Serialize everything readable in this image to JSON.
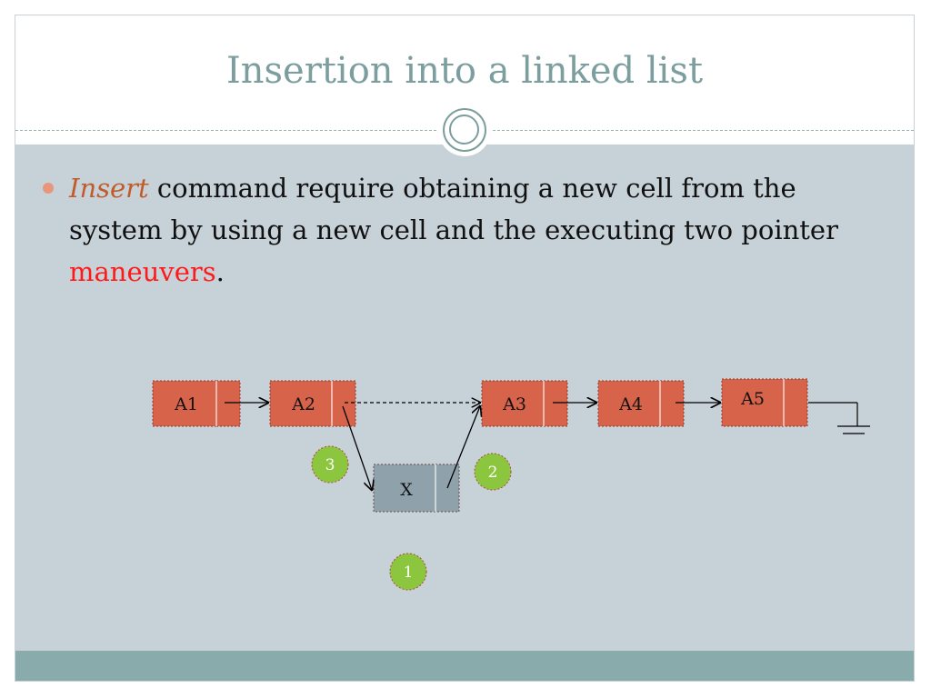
{
  "title": "Insertion into a linked list",
  "bullet": {
    "insert_word": "Insert",
    "text_before_highlight": " command require obtaining a new cell from the system by using a new cell and the executing two pointer ",
    "highlight_word": "maneuvers",
    "text_after": "."
  },
  "diagram": {
    "nodes": [
      {
        "label": "A1"
      },
      {
        "label": "A2"
      },
      {
        "label": "A3"
      },
      {
        "label": "A4"
      },
      {
        "label": "A5"
      },
      {
        "label": "X"
      }
    ],
    "steps": [
      "3",
      "2",
      "1"
    ]
  },
  "colors": {
    "title": "#7c9e9e",
    "content_bg": "#c7d1d8",
    "footer": "#8aabab",
    "node_fill": "#d6634a",
    "new_node_fill": "#8fa2ab",
    "step_circle": "#8cc63f",
    "insert_word": "#c15b2a",
    "highlight_word": "#ff1a1a"
  }
}
